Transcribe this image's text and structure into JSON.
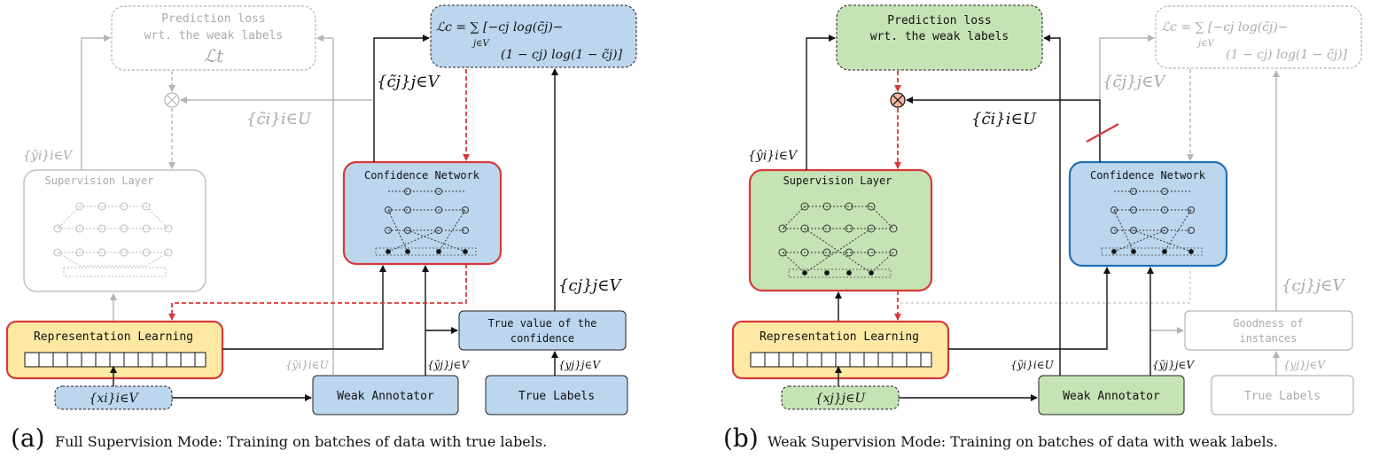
{
  "panel_a": {
    "caption_letter": "(a)",
    "caption_text": "Full Supervision Mode: Training on batches of data with true labels.",
    "prediction_loss": {
      "line1": "Prediction loss",
      "line2": "wrt. the weak labels",
      "symbol": "ℒt"
    },
    "confidence_loss": {
      "line1": "ℒc = ∑ [−cj log(c̃j)−",
      "sub": "j∈V",
      "line2": "(1 − cj) log(1 − c̃j)]"
    },
    "supervision_layer": "Supervision Layer",
    "confidence_network": "Confidence Network",
    "representation_learning": "Representation Learning",
    "true_value": {
      "line1": "True value of the",
      "line2": "confidence"
    },
    "weak_annotator": "Weak Annotator",
    "true_labels": "True Labels",
    "x_input": "{xi}i∈V",
    "ctilde_V": "{c̃j}j∈V",
    "ctilde_U": "{c̃i}i∈U",
    "yhat_V": "{ŷi}i∈V",
    "c_V": "{cj}j∈V",
    "ytilde_U": "{ỹi}i∈U",
    "ytilde_V": "{ỹj}j∈V",
    "y_V": "{yj}j∈V"
  },
  "panel_b": {
    "caption_letter": "(b)",
    "caption_text": "Weak Supervision Mode: Training on batches of data with weak labels.",
    "prediction_loss": {
      "line1": "Prediction loss",
      "line2": "wrt. the weak labels"
    },
    "confidence_loss": {
      "line1": "ℒc = ∑ [−cj log(c̃j)−",
      "sub": "j∈V",
      "line2": "(1 − cj) log(1 − c̃j)]"
    },
    "supervision_layer": "Supervision Layer",
    "confidence_network": "Confidence Network",
    "representation_learning": "Representation Learning",
    "goodness": {
      "line1": "Goodness of",
      "line2": "instances"
    },
    "weak_annotator": "Weak Annotator",
    "true_labels": "True Labels",
    "x_input": "{xj}j∈U",
    "ctilde_V": "{c̃j}j∈V",
    "ctilde_U": "{c̃i}i∈U",
    "yhat_V": "{ŷi}i∈V",
    "c_V": "{cj}j∈V",
    "ytilde_U": "{ỹi}i∈U",
    "ytilde_V": "{ỹj}j∈V",
    "y_V": "{yj}j∈V"
  },
  "colors": {
    "blue_fill": "#bcd6ee",
    "green_fill": "#c6e3b5",
    "yellow_fill": "#fde9a4",
    "red_border": "#d63a3a",
    "blue_border": "#1f6fb5",
    "faded": "#b5b5b5",
    "salmon": "#f4b6a0"
  }
}
